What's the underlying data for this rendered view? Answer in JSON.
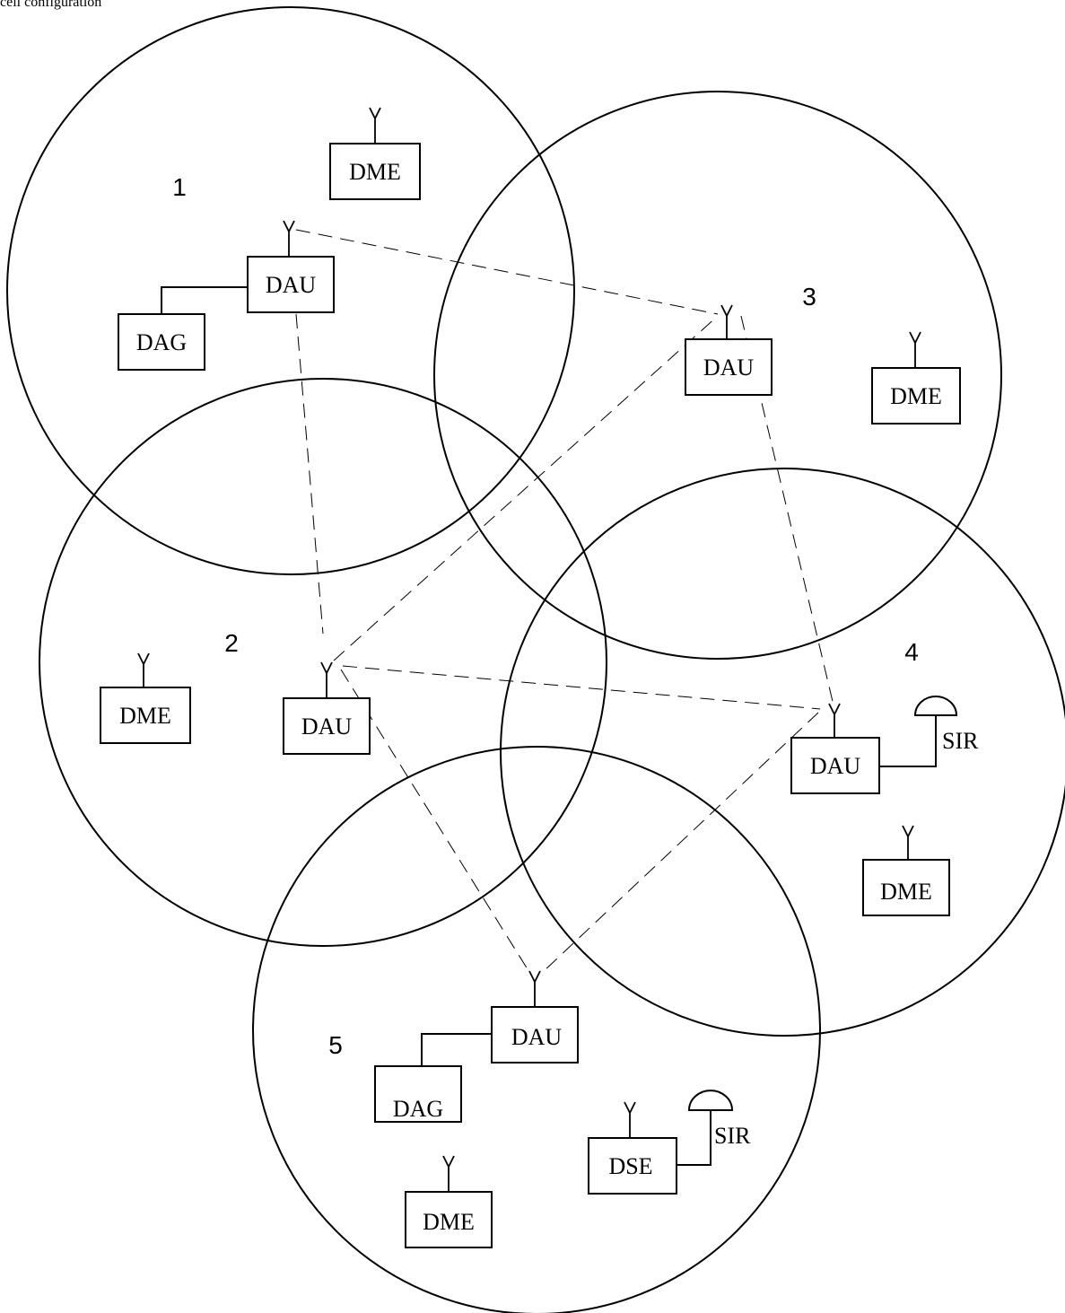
{
  "caption": "cell configuration",
  "cells": [
    {
      "label": "1"
    },
    {
      "label": "2"
    },
    {
      "label": "3"
    },
    {
      "label": "4"
    },
    {
      "label": "5"
    }
  ],
  "devices": {
    "dme": "DME",
    "dau": "DAU",
    "dag": "DAG",
    "dse": "DSE",
    "sir": "SIR"
  },
  "icons": [
    "antenna-icon",
    "siren-icon"
  ]
}
